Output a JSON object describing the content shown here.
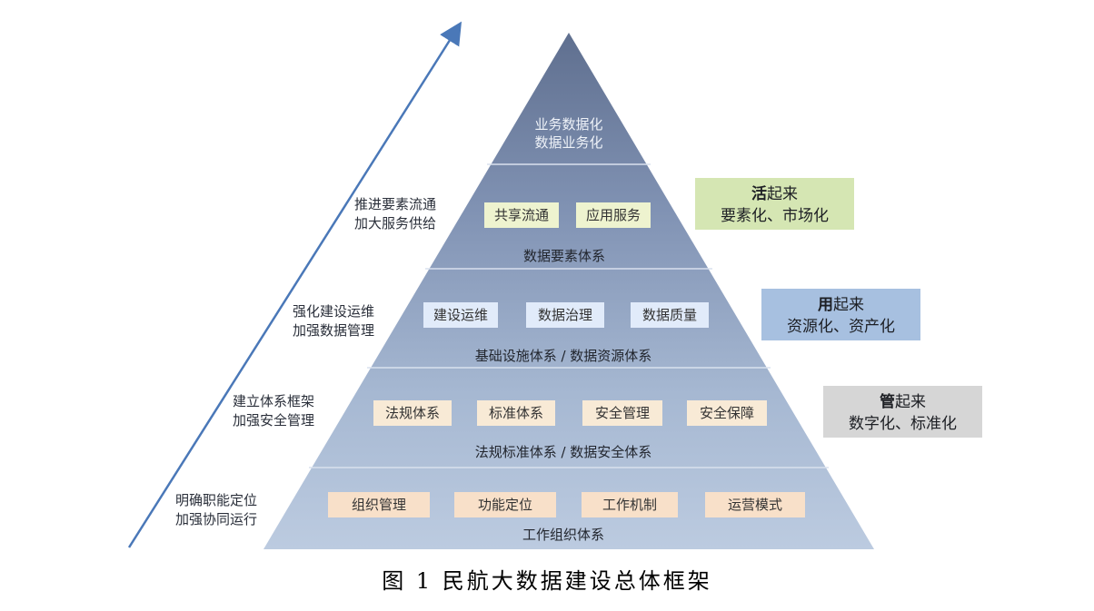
{
  "pyramid": {
    "top": {
      "line1": "业务数据化",
      "line2": "数据业务化"
    },
    "level2": {
      "title": "数据要素体系",
      "items": [
        "共享流通",
        "应用服务"
      ]
    },
    "level3": {
      "title": "基础设施体系 / 数据资源体系",
      "items": [
        "建设运维",
        "数据治理",
        "数据质量"
      ]
    },
    "level4": {
      "title": "法规标准体系 / 数据安全体系",
      "items": [
        "法规体系",
        "标准体系",
        "安全管理",
        "安全保障"
      ]
    },
    "level5": {
      "title": "工作组织体系",
      "items": [
        "组织管理",
        "功能定位",
        "工作机制",
        "运营模式"
      ]
    }
  },
  "left_labels": [
    {
      "line1": "推进要素流通",
      "line2": "加大服务供给"
    },
    {
      "line1": "强化建设运维",
      "line2": "加强数据管理"
    },
    {
      "line1": "建立体系框架",
      "line2": "加强安全管理"
    },
    {
      "line1": "明确职能定位",
      "line2": "加强协同运行"
    }
  ],
  "right_boxes": [
    {
      "bold": "活",
      "rest": "起来",
      "line2": "要素化、市场化",
      "color": "#d5e6b3"
    },
    {
      "bold": "用",
      "rest": "起来",
      "line2": "资源化、资产化",
      "color": "#a7c0e0"
    },
    {
      "bold": "管",
      "rest": "起来",
      "line2": "数字化、标准化",
      "color": "#d6d6d6"
    }
  ],
  "caption": "图 1 民航大数据建设总体框架",
  "colors": {
    "arrow": "#4a78b8",
    "pyramid_top": "#5f6f8f",
    "pyramid_bottom": "#b3c5dd"
  }
}
